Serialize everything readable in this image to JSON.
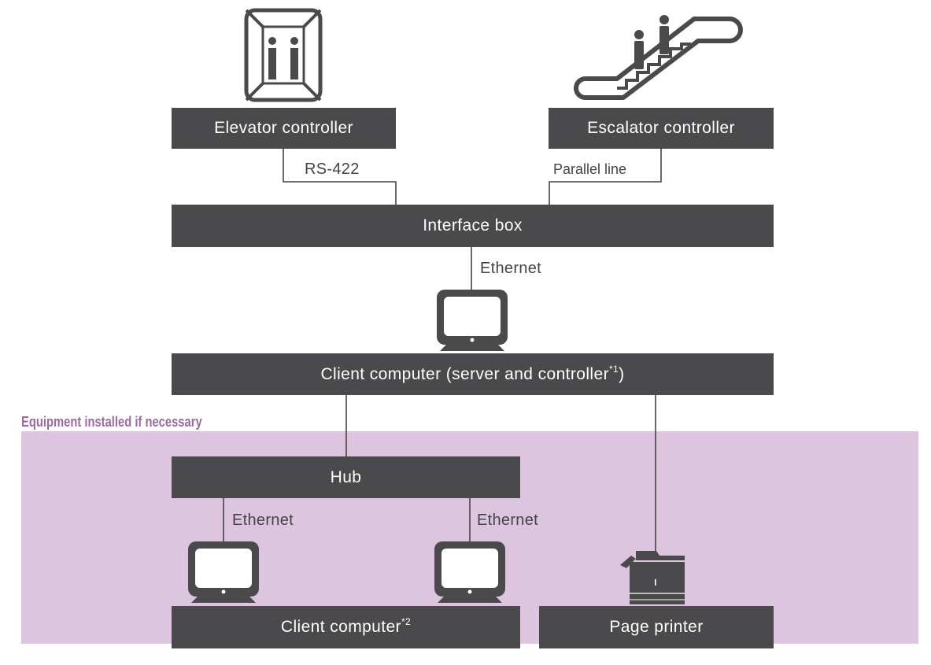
{
  "colors": {
    "box_fill": "#4a4a4c",
    "box_text": "#ffffff",
    "optional_zone": "#ddc5df",
    "optional_caption": "#9b6aa0",
    "line": "#444346"
  },
  "nodes": {
    "elevator_controller": "Elevator controller",
    "escalator_controller": "Escalator controller",
    "interface_box": "Interface box",
    "client_server": "Client computer (server and controller",
    "client_server_note": "*1",
    "client_server_close": ")",
    "hub": "Hub",
    "client_computer": "Client computer",
    "client_computer_note": "*2",
    "page_printer": "Page printer"
  },
  "connections": {
    "rs422": "RS-422",
    "parallel": "Parallel line",
    "ethernet_main": "Ethernet",
    "ethernet_left": "Ethernet",
    "ethernet_right": "Ethernet"
  },
  "optional_caption": "Equipment installed if necessary",
  "icons": [
    "elevator-icon",
    "escalator-icon",
    "monitor-icon",
    "printer-icon"
  ]
}
